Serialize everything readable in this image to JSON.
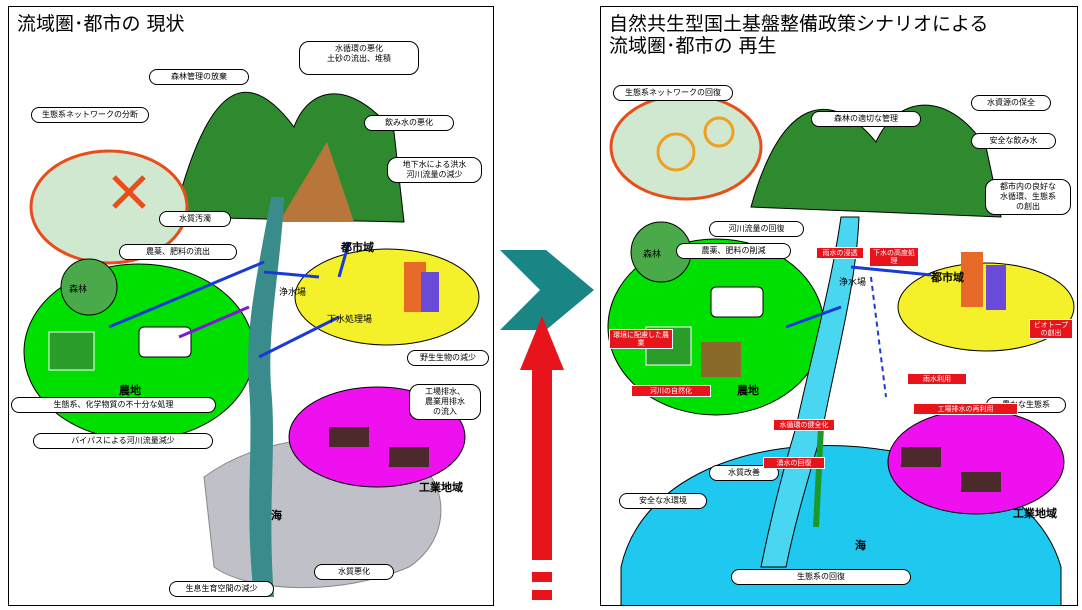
{
  "left": {
    "title": "流域圏･都市の 現状",
    "labels": {
      "city": "都市域",
      "farm": "農地",
      "industry": "工業地域",
      "sea": "海",
      "forest_mgmt": "森林",
      "water_plant": "浄水場",
      "sewage": "下水処理場"
    },
    "callouts": {
      "eco_network": "生態系ネットワークの分断",
      "forest_decline": "森林管理の放棄",
      "water_cycle": "水循環の悪化\n土砂の流出、堆積",
      "drinking": "飲み水の悪化",
      "river_pollution": "水質汚濁",
      "agri": "農薬、肥料の流出",
      "groundwater": "地下水による洪水\n河川流量の減少",
      "biota_decrease": "野生生物の減少",
      "bypass": "バイパスによる河川流量減少",
      "industrial": "工場排水、\n農業用排水\nの流入",
      "pesticide": "生態系、化学物質の不十分な処理",
      "habitat": "生息生育空間の減少",
      "water_quality": "水質悪化"
    }
  },
  "right": {
    "title_line1": "自然共生型国土基盤整備政策シナリオによる",
    "title_line2": "流域圏･都市の 再生",
    "labels": {
      "city": "都市域",
      "farm": "農地",
      "industry": "工業地域",
      "sea": "海",
      "forest": "森林",
      "water_plant": "浄水場"
    },
    "callouts": {
      "eco_restore": "生態系ネットワークの回復",
      "forest_mgmt": "森林の適切な管理",
      "water_resource": "水資源の保全",
      "safe_drinking": "安全な飲み水",
      "agri_reduce": "農薬、肥料の削減",
      "river_flow": "河川流量の回復",
      "urban_green": "都市内の良好な\n水循環、生態系\nの創出",
      "rich_eco": "豊かな生態系",
      "water_recycle": "水質改善",
      "safe_water": "安全な水環境",
      "biota_restore": "生態系の回復"
    },
    "red_tags": [
      "雨水の浸透",
      "下水の高度処理",
      "環境に配慮した農業",
      "河川の自然化",
      "水循環の健全化",
      "雨水利用",
      "工場排水の再利用",
      "湧水の回復",
      "ビオトープの創出"
    ]
  },
  "colors": {
    "arrow_teal": "#1a8585",
    "arrow_red": "#e8141b",
    "mountain": "#2f8a2f",
    "farm_green": "#00e000",
    "city_yellow": "#f4f02a",
    "industry_magenta": "#ee10ee",
    "sea_gray": "#c0c0c8",
    "sea_cyan": "#1ec8ee",
    "river_teal": "#3a8c8c"
  }
}
